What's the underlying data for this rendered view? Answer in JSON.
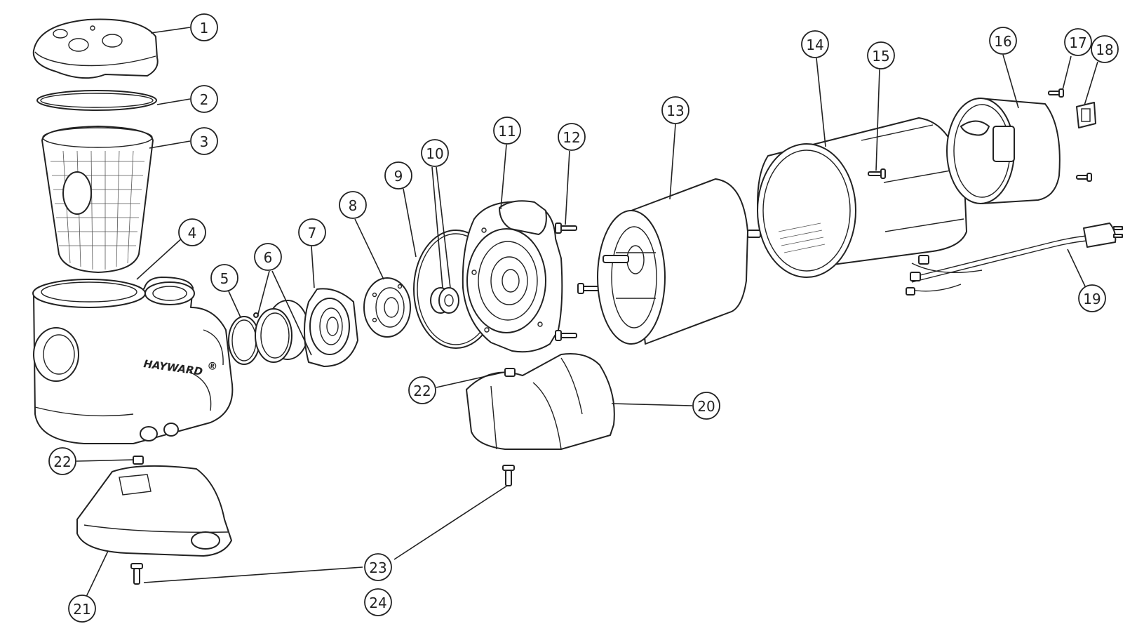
{
  "brand_label": "HAYWARD",
  "trademark": "®",
  "callouts": [
    {
      "id": "c1",
      "label": "1"
    },
    {
      "id": "c2",
      "label": "2"
    },
    {
      "id": "c3",
      "label": "3"
    },
    {
      "id": "c4",
      "label": "4"
    },
    {
      "id": "c5",
      "label": "5"
    },
    {
      "id": "c6",
      "label": "6"
    },
    {
      "id": "c7",
      "label": "7"
    },
    {
      "id": "c8",
      "label": "8"
    },
    {
      "id": "c9",
      "label": "9"
    },
    {
      "id": "c10",
      "label": "10"
    },
    {
      "id": "c11",
      "label": "11"
    },
    {
      "id": "c12",
      "label": "12"
    },
    {
      "id": "c13",
      "label": "13"
    },
    {
      "id": "c14",
      "label": "14"
    },
    {
      "id": "c15",
      "label": "15"
    },
    {
      "id": "c16",
      "label": "16"
    },
    {
      "id": "c17",
      "label": "17"
    },
    {
      "id": "c18",
      "label": "18"
    },
    {
      "id": "c19",
      "label": "19"
    },
    {
      "id": "c20",
      "label": "20"
    },
    {
      "id": "c21",
      "label": "21"
    },
    {
      "id": "c22a",
      "label": "22"
    },
    {
      "id": "c22b",
      "label": "22"
    },
    {
      "id": "c23",
      "label": "23"
    },
    {
      "id": "c24",
      "label": "24"
    }
  ]
}
